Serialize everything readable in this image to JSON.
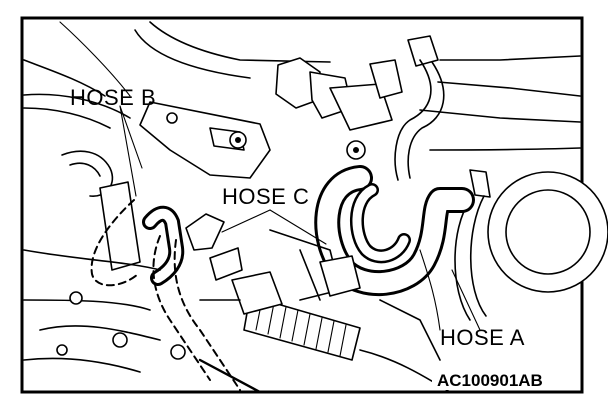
{
  "labels": {
    "hose_a": "HOSE A",
    "hose_b": "HOSE B",
    "hose_c": "HOSE C"
  },
  "figure_code": "AC100901AB"
}
